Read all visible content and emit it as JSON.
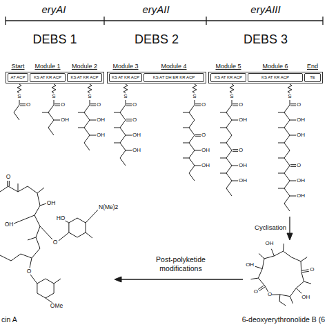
{
  "diagram": {
    "nodes": [
      {
        "text": [
          "DEBS 1"
        ]
      },
      {
        "text": [
          "Start",
          "AT ACP"
        ],
        "in": 0
      },
      {
        "text": [
          "Module 1",
          "KS AT KR ACP"
        ],
        "in": 0
      },
      {
        "text": [
          "Module 2",
          "KS AT KR ACP"
        ],
        "in": 0
      },
      {
        "text": [
          "DEBS 2"
        ]
      },
      {
        "text": [
          "Module 3",
          "KS AT KR ACP"
        ],
        "in": 4
      },
      {
        "text": [
          "Module 4",
          "KS AT DH ER KR ACP"
        ],
        "in": 4
      },
      {
        "text": [
          "DEBS 3"
        ]
      },
      {
        "text": [
          "Module 5",
          "KS AT KR ACP"
        ],
        "in": 7
      },
      {
        "text": [
          "Module 6",
          "KS AT KR ACP"
        ],
        "in": 7
      },
      {
        "text": [
          "End",
          "TE"
        ],
        "in": 7
      }
    ],
    "labels": [
      "eryAI",
      "eryAII",
      "eryAIII",
      "Cyclisation",
      "Post-polyketide modifications",
      "6-deoxyerythronolide B (6",
      "cin A",
      "O",
      "OH",
      "OH",
      "HO",
      "N(Me)2",
      "O",
      "O",
      "OMe",
      "O",
      "O",
      "OH",
      "OH",
      "O",
      "OH",
      "S",
      "O",
      "S",
      "O",
      "OH",
      "S",
      "O",
      "OH",
      "OH",
      "S",
      "O",
      "O",
      "OH",
      "OH",
      "S",
      "O",
      "O",
      "OH",
      "OH",
      "S",
      "O",
      "OH",
      "O",
      "OH",
      "OH",
      "S",
      "O",
      "OH",
      "OH",
      "O",
      "OH",
      "OH"
    ]
  }
}
